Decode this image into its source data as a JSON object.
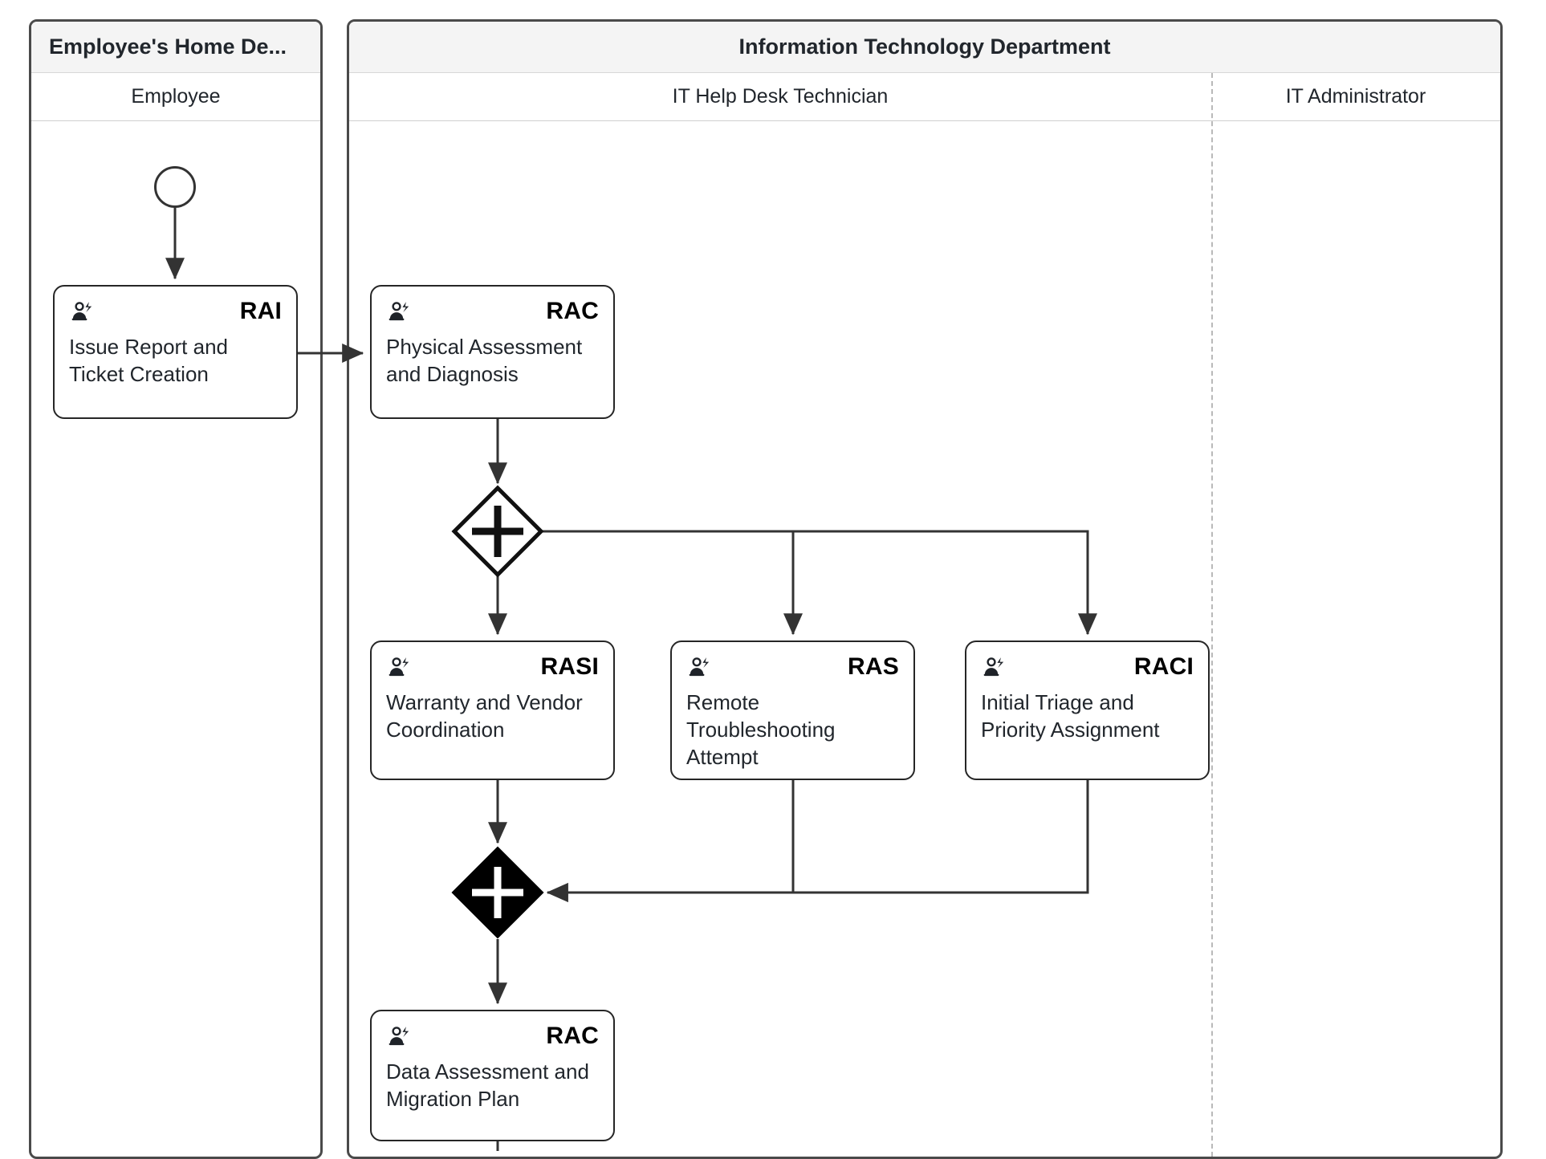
{
  "diagram": {
    "type": "bpmn-swimlane",
    "pools": [
      {
        "id": "pool-employee-home",
        "title": "Employee's Home De...",
        "lanes": [
          {
            "id": "lane-employee",
            "label": "Employee"
          }
        ]
      },
      {
        "id": "pool-it-department",
        "title": "Information Technology Department",
        "lanes": [
          {
            "id": "lane-it-helpdesk",
            "label": "IT Help Desk Technician"
          },
          {
            "id": "lane-it-admin",
            "label": "IT Administrator"
          }
        ]
      }
    ],
    "start_event": {
      "id": "start-event",
      "name": "start-event"
    },
    "tasks": [
      {
        "id": "task-issue-report",
        "raci": "RAI",
        "label": "Issue Report and Ticket Creation",
        "icon": "user-task-icon",
        "lane": "lane-employee"
      },
      {
        "id": "task-physical-assessment",
        "raci": "RAC",
        "label": "Physical Assessment and Diagnosis",
        "icon": "user-task-icon",
        "lane": "lane-it-helpdesk"
      },
      {
        "id": "task-warranty-vendor",
        "raci": "RASI",
        "label": "Warranty and Vendor Coordination",
        "icon": "user-task-icon",
        "lane": "lane-it-helpdesk"
      },
      {
        "id": "task-remote-troubleshooting",
        "raci": "RAS",
        "label": "Remote Troubleshooting Attempt",
        "icon": "user-task-icon",
        "lane": "lane-it-helpdesk"
      },
      {
        "id": "task-initial-triage",
        "raci": "RACI",
        "label": "Initial Triage and Priority Assignment",
        "icon": "user-task-icon",
        "lane": "lane-it-helpdesk"
      },
      {
        "id": "task-data-assessment",
        "raci": "RAC",
        "label": "Data Assessment and Migration Plan",
        "icon": "user-task-icon",
        "lane": "lane-it-helpdesk"
      }
    ],
    "gateways": [
      {
        "id": "gateway-parallel-split",
        "kind": "parallel",
        "style": "outlined",
        "symbol": "+"
      },
      {
        "id": "gateway-parallel-join",
        "kind": "parallel",
        "style": "filled",
        "symbol": "+"
      }
    ],
    "colors": {
      "pool_border": "#4a4a4a",
      "pool_header_bg": "#f4f4f4",
      "lane_divider": "#b9b9b9",
      "node_border": "#262626",
      "text": "#21262c",
      "connector": "#333333",
      "gateway_fill": "#000000"
    }
  }
}
